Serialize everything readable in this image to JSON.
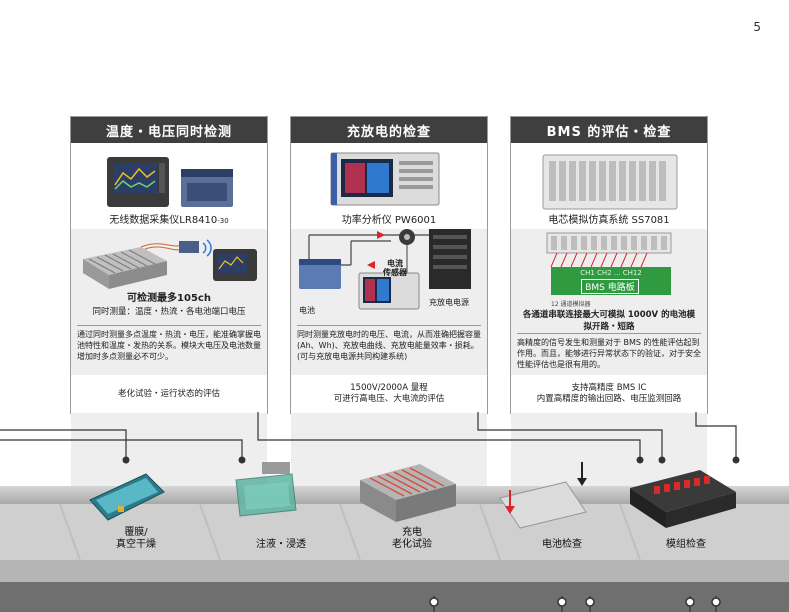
{
  "page_number": "5",
  "cards": [
    {
      "title": "温度・电压同时检测",
      "product_name": "无线数据采集仪LR8410",
      "product_suffix": "-30",
      "highlight": "可检测最多105ch",
      "highlight_sub": "同时测量：温度・热流・各电池端口电压",
      "description": "通过同时测量多点温度・热流・电压，能准确掌握电池特性和温度・发热的关系。模块大电压及电池数量增加时多点测量必不可少。",
      "footer": "老化试验・运行状态的评估"
    },
    {
      "title": "充放电的检查",
      "product_name": "功率分析仪 PW6001",
      "diagram_labels": {
        "battery": "电池",
        "sensor": "电流\n传感器",
        "power_supply": "充放电电源"
      },
      "description": "同时测量充放电时的电压、电流，从而准确把握容量(Ah、Wh)、充放电曲线、充放电能量效率・损耗。(可与充放电电源共同构建系统)",
      "footer": "1500V/2000A 量程\n可进行高电压、大电流的评估"
    },
    {
      "title": "BMS 的评估・检查",
      "product_name": "电芯模拟仿真系统 SS7081",
      "board_label": "BMS 电路板",
      "board_sub": "12 通道模拟器",
      "board_chips": "CH1  CH2  ...  CH12",
      "highlight_sub": "各通道串联连接最大可模拟 1000V 的电池模拟开路・短路",
      "description": "高精度的信号发生和测量对于 BMS 的性能评估起到作用。而且，能够进行异常状态下的验证，对于安全性能评估也是很有用的。",
      "footer": "支持高精度 BMS IC\n内置高精度的输出回路、电压监测回路"
    }
  ],
  "process_stages": [
    {
      "label": "覆膜/\n真空干燥"
    },
    {
      "label": "注液・浸透"
    },
    {
      "label": "充电\n老化试验"
    },
    {
      "label": "电池检查"
    },
    {
      "label": "模组检查"
    }
  ],
  "colors": {
    "header": "#3f3f3f",
    "mid_bg": "#eeeeee",
    "accent_green": "#2f9a3f",
    "arrow_red": "#d8262b"
  }
}
